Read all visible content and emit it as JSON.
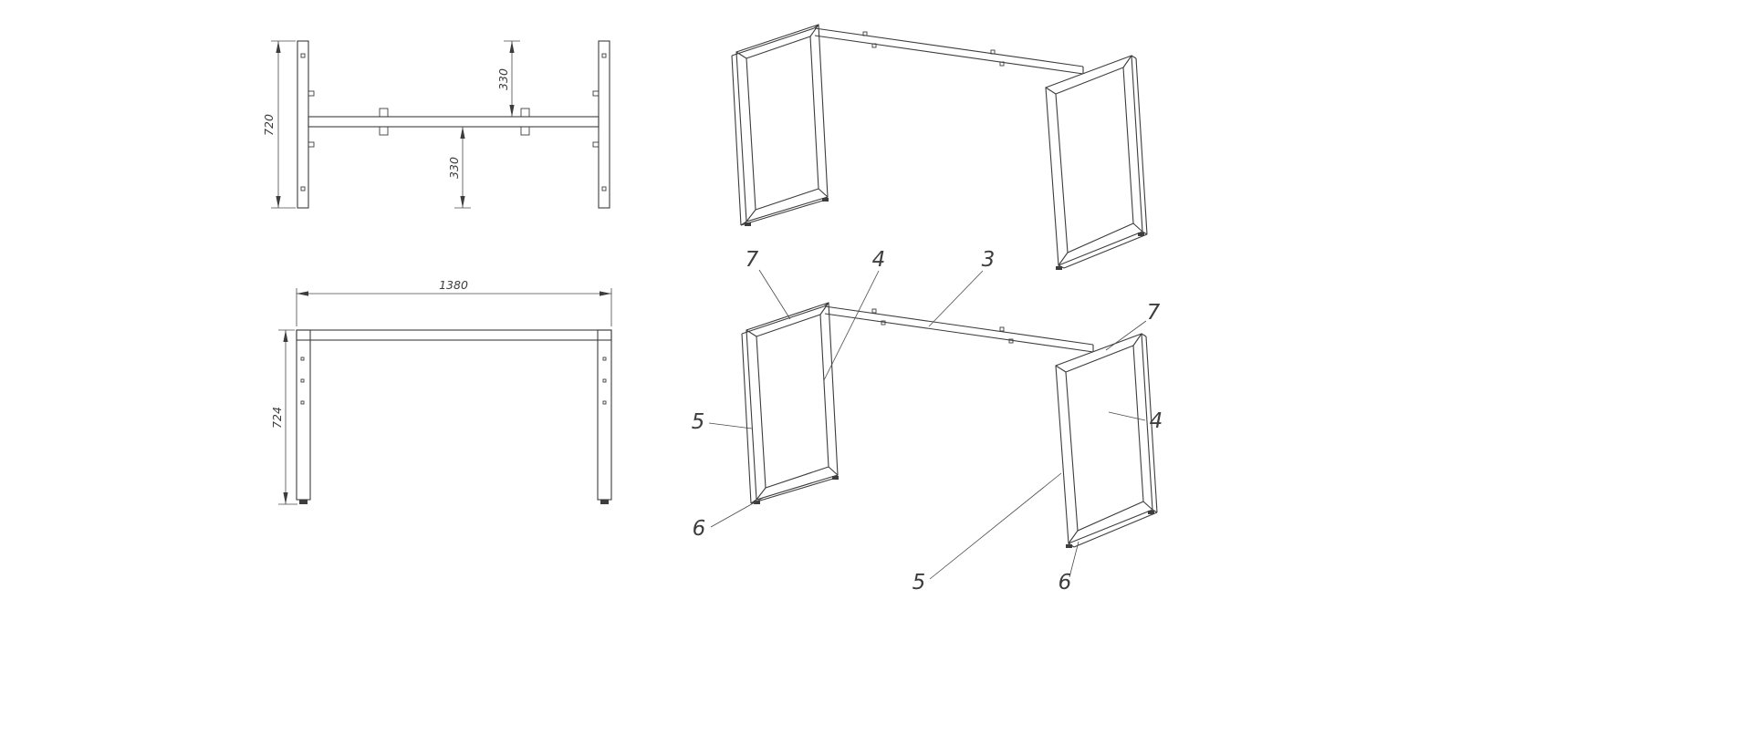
{
  "colors": {
    "line": "#3d3d3d",
    "dimension": "#4a4a4a",
    "background": "#ffffff"
  },
  "drawing": {
    "type": "technical-drawing",
    "subject": "table-frame",
    "top_view": {
      "dims": {
        "height": "720",
        "upper_offset": "330",
        "lower_offset": "330"
      }
    },
    "front_view": {
      "dims": {
        "width": "1380",
        "height": "724"
      }
    },
    "iso_view_labeled": {
      "callouts": [
        {
          "part": "7",
          "position": "top-left"
        },
        {
          "part": "4",
          "position": "top"
        },
        {
          "part": "3",
          "position": "top-right"
        },
        {
          "part": "7",
          "position": "right"
        },
        {
          "part": "5",
          "position": "left"
        },
        {
          "part": "4",
          "position": "far-right"
        },
        {
          "part": "6",
          "position": "bottom-left"
        },
        {
          "part": "5",
          "position": "bottom-center"
        },
        {
          "part": "6",
          "position": "bottom-right"
        }
      ]
    }
  }
}
